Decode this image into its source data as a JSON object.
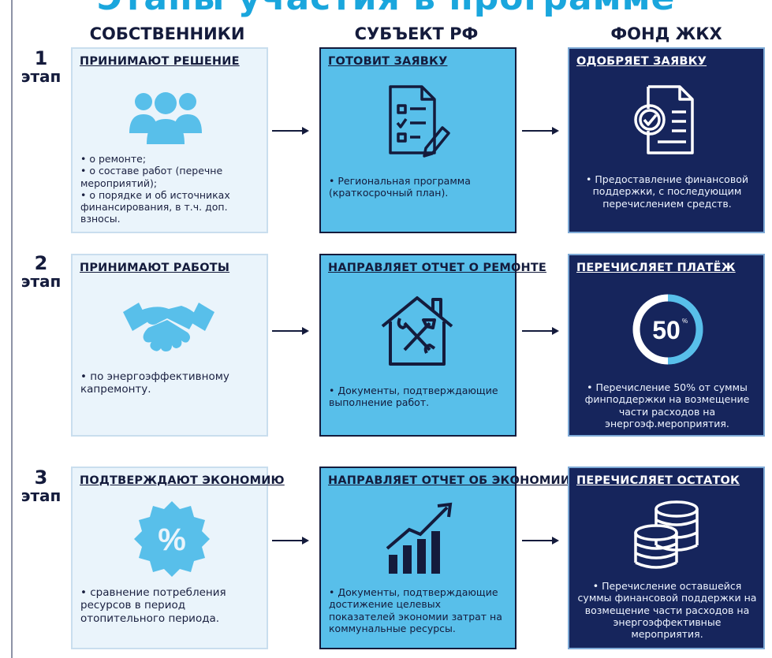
{
  "header": {
    "title": "Этапы участия в программе"
  },
  "columns": [
    {
      "label": "СОБСТВЕННИКИ"
    },
    {
      "label": "СУБЪЕКТ РФ"
    },
    {
      "label": "ФОНД ЖКХ"
    }
  ],
  "stages": [
    {
      "number": "1",
      "word": "этап",
      "owners": {
        "title": "ПРИНИМАЮТ РЕШЕНИЕ",
        "icon": "people-group-icon",
        "lines": [
          "• о ремонте;",
          "• о составе работ (перечне мероприятий);",
          "• о порядке и об источниках финансирования, в т.ч. доп. взносы."
        ]
      },
      "subject": {
        "title": "ГОТОВИТ ЗАЯВКУ",
        "icon": "checklist-document-icon",
        "text": "• Региональная программа (краткосрочный план)."
      },
      "fund": {
        "title": "ОДОБРЯЕТ ЗАЯВКУ",
        "icon": "approved-document-icon",
        "text": "• Предоставление финансовой поддержки, с последующим перечислением средств."
      }
    },
    {
      "number": "2",
      "word": "этап",
      "owners": {
        "title": "ПРИНИМАЮТ РАБОТЫ",
        "icon": "handshake-icon",
        "text": "• по энергоэффективному капремонту."
      },
      "subject": {
        "title": "НАПРАВЛЯЕТ ОТЧЕТ О РЕМОНТЕ",
        "icon": "house-tools-icon",
        "text": "• Документы, подтверждающие выполнение работ."
      },
      "fund": {
        "title": "ПЕРЕЧИСЛЯЕТ ПЛАТЁЖ",
        "icon": "fifty-percent-icon",
        "percent_value": "50",
        "percent_sign": "%",
        "text": "• Перечисление 50% от суммы финподдержки на возмещение части расходов на энергоэф.мероприятия."
      }
    },
    {
      "number": "3",
      "word": "этап",
      "owners": {
        "title": "ПОДТВЕРЖДАЮТ ЭКОНОМИЮ",
        "icon": "percent-badge-icon",
        "badge_symbol": "%",
        "text": "• сравнение потребления ресурсов в период отопительного периода."
      },
      "subject": {
        "title": "НАПРАВЛЯЕТ ОТЧЕТ ОБ ЭКОНОМИИ",
        "icon": "growth-chart-icon",
        "text": "• Документы, подтверждающие достижение целевых показателей экономии затрат на коммунальные ресурсы."
      },
      "fund": {
        "title": "ПЕРЕЧИСЛЯЕТ ОСТАТОК",
        "icon": "coin-stack-icon",
        "text": "• Перечисление оставшейся суммы финансовой поддержки на возмещение части расходов на энергоэффективные мероприятия."
      }
    }
  ],
  "colors": {
    "navy": "#141b3c",
    "accent_blue": "#58bfea",
    "light_panel": "#eaf4fb",
    "dark_panel": "#16255c",
    "title_blue": "#1aa6dd"
  }
}
